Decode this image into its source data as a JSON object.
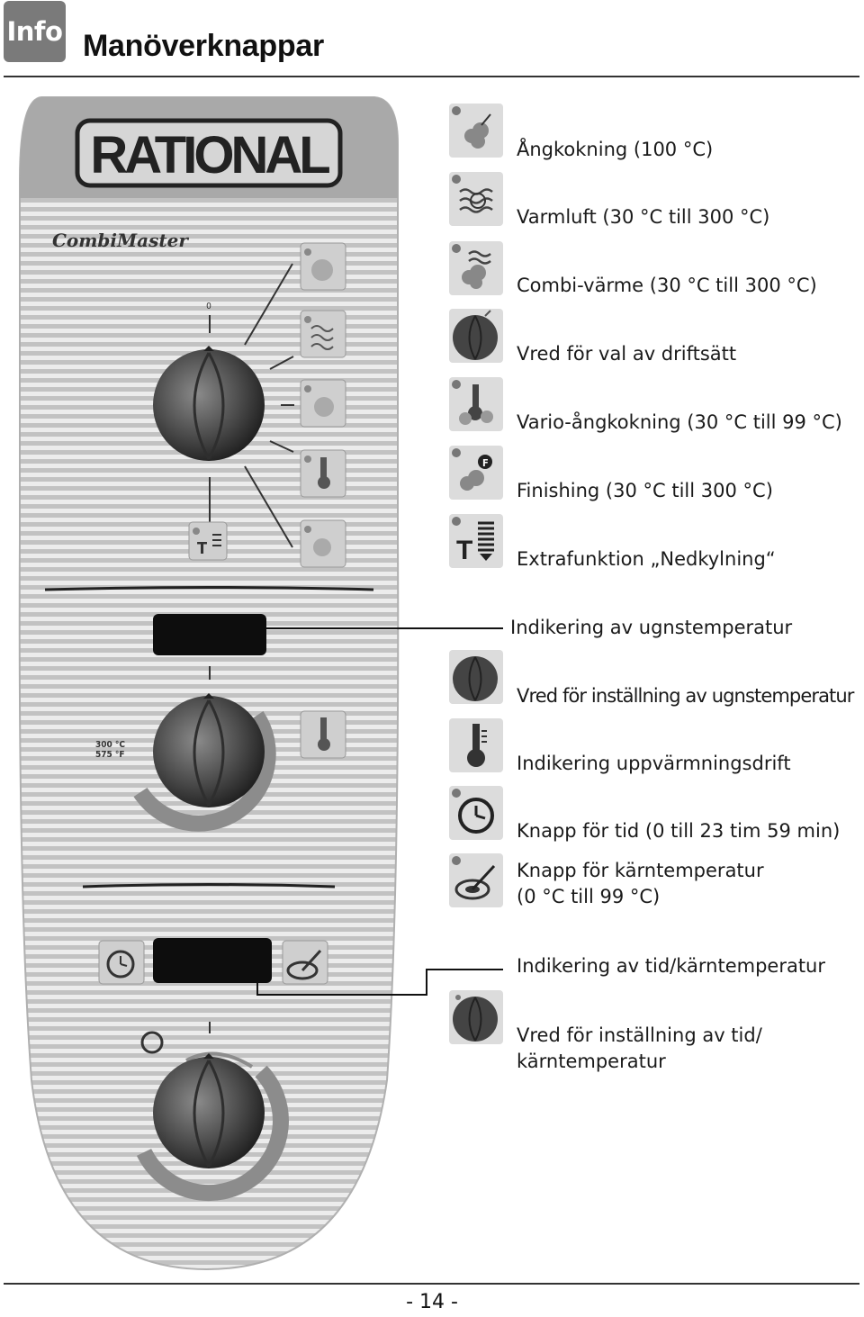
{
  "header": {
    "badge": "Info",
    "title": "Manöverknappar"
  },
  "panel": {
    "brand": "RATIONAL",
    "model": "CombiMaster",
    "temp_scale": {
      "celsius": "300 °C",
      "fahrenheit": "575 °F"
    },
    "dial_mark": "0"
  },
  "legend": [
    {
      "icon": "steam-icon",
      "label": "Ångkokning (100 °C)"
    },
    {
      "icon": "hot-air-icon",
      "label": "Varmluft (30 °C till 300 °C)"
    },
    {
      "icon": "combi-heat-icon",
      "label": "Combi-värme (30 °C till 300 °C)"
    },
    {
      "icon": "mode-dial-icon",
      "label": "Vred för val av driftsätt"
    },
    {
      "icon": "vario-steam-icon",
      "label": "Vario-ångkokning (30 °C till 99 °C)"
    },
    {
      "icon": "finishing-icon",
      "label": "Finishing (30 °C till 300 °C)"
    },
    {
      "icon": "cool-down-icon",
      "label": "Extrafunktion „Nedkylning“"
    },
    {
      "icon": "",
      "label": "Indikering av ugnstemperatur"
    },
    {
      "icon": "temp-dial-icon",
      "label": "Vred för inställning av ugnstemperatur"
    },
    {
      "icon": "thermometer-icon",
      "label": "Indikering uppvärmningsdrift"
    },
    {
      "icon": "clock-icon",
      "label": "Knapp för tid (0 till 23 tim 59 min)"
    },
    {
      "icon": "core-probe-icon",
      "label": "Knapp för kärntemperatur",
      "label2": "(0 °C till 99 °C)"
    },
    {
      "icon": "",
      "label": "Indikering av tid/kärntemperatur"
    },
    {
      "icon": "time-dial-icon",
      "label": "Vred för inställning av tid/",
      "label2": "kärntemperatur"
    }
  ],
  "footer": {
    "page": "- 14 -"
  }
}
